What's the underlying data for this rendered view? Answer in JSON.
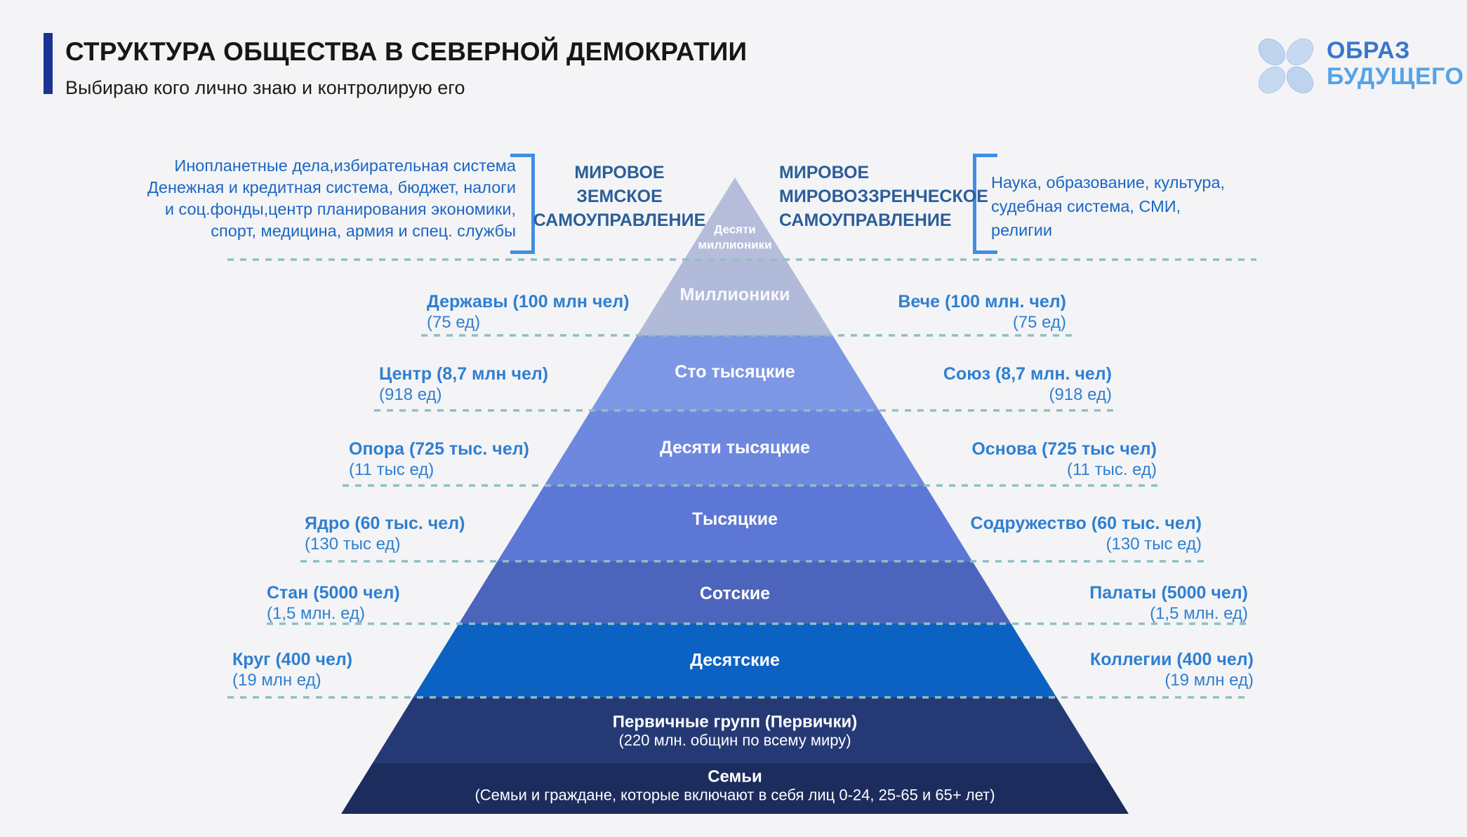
{
  "header": {
    "title": "СТРУКТУРА ОБЩЕСТВА В СЕВЕРНОЙ ДЕМОКРАТИИ",
    "subtitle": "Выбираю кого лично знаю и контролирую его"
  },
  "logo": {
    "icon": "clover-petals-icon",
    "line1": "ОБРАЗ",
    "line2": "БУДУЩЕГО"
  },
  "annotations": {
    "left_functions": {
      "line1": "Инопланетные дела,избирательная система",
      "line2": "Денежная и кредитная система, бюджет, налоги",
      "line3": "и соц.фонды,центр планирования экономики,",
      "line4": "спорт, медицина, армия и спец. службы"
    },
    "right_functions": {
      "line1": "Наука, образование, культура,",
      "line2": "судебная система, СМИ,",
      "line3": "религии"
    },
    "left_heading": {
      "line1": "МИРОВОЕ ЗЕМСКОЕ",
      "line2": "САМОУПРАВЛЕНИЕ"
    },
    "right_heading": {
      "line1": "МИРОВОЕ",
      "line2": "МИРОВОЗЗРЕНЧЕСКОЕ",
      "line3": "САМОУПРАВЛЕНИЕ"
    }
  },
  "pyramid": {
    "levels": [
      {
        "name_line1": "Десяти",
        "name_line2": "миллионики",
        "color": "#b6bdda"
      },
      {
        "name": "Миллионики",
        "color": "#b1bad9",
        "left_label": {
          "title": "Державы (100 млн чел)",
          "units": "(75 ед)"
        },
        "right_label": {
          "title": "Вече (100 млн. чел)",
          "units": "(75 ед)"
        }
      },
      {
        "name": "Сто тысяцкие",
        "color": "#7e97e4",
        "left_label": {
          "title": "Центр (8,7 млн чел)",
          "units": "(918 ед)"
        },
        "right_label": {
          "title": "Союз (8,7 млн. чел)",
          "units": "(918 ед)"
        }
      },
      {
        "name": "Десяти тысяцкие",
        "color": "#6e88df",
        "left_label": {
          "title": "Опора (725 тыс. чел)",
          "units": "(11 тыс ед)"
        },
        "right_label": {
          "title": "Основа (725 тыс чел)",
          "units": "(11 тыс. ед)"
        }
      },
      {
        "name": "Тысяцкие",
        "color": "#5c77d6",
        "left_label": {
          "title": "Ядро (60 тыс. чел)",
          "units": "(130 тыс ед)"
        },
        "right_label": {
          "title": "Содружество (60 тыс. чел)",
          "units": "(130 тыс ед)"
        }
      },
      {
        "name": "Сотские",
        "color": "#4d64bd",
        "left_label": {
          "title": "Стан (5000 чел)",
          "units": "(1,5 млн. ед)"
        },
        "right_label": {
          "title": "Палаты (5000 чел)",
          "units": "(1,5 млн. ед)"
        }
      },
      {
        "name": "Десятские",
        "color": "#0c62c2",
        "left_label": {
          "title": "Круг (400 чел)",
          "units": "(19 млн ед)"
        },
        "right_label": {
          "title": "Коллегии (400 чел)",
          "units": "(19 млн ед)"
        }
      },
      {
        "name": "Первичные групп (Первички)",
        "sub": "(220 млн. общин по всему миру)",
        "color": "#253a75"
      },
      {
        "name": "Семьи",
        "sub": "(Семьи и граждане, которые включают в себя лиц 0-24, 25-65 и 65+ лет)",
        "color": "#1c2c5c"
      }
    ]
  },
  "colors": {
    "accent_bar": "#1a3397",
    "dashed_line": "#8fbfc2",
    "bracket": "#3f8ee3",
    "row_label_text": "#2f7fd1",
    "heading_text": "#2c5e99",
    "bracket_text": "#1b66c4",
    "logo_blue_dark": "#3a77ca",
    "logo_blue_light": "#55a3e7"
  }
}
